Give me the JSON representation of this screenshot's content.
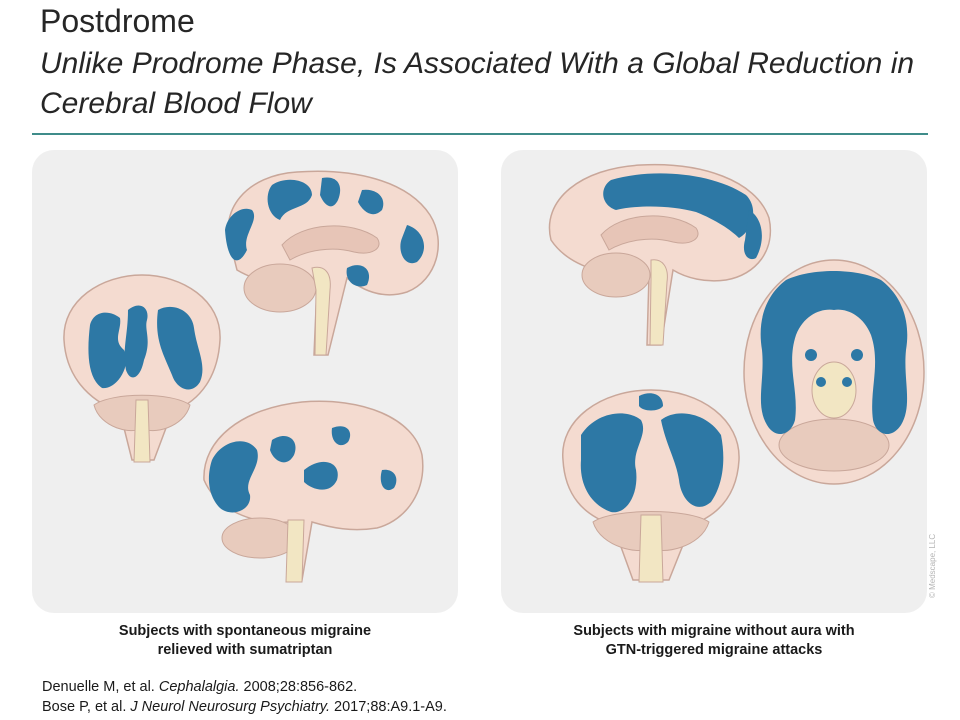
{
  "slide": {
    "title": "Postdrome",
    "subtitle": "Unlike Prodrome Phase, Is Associated With a Global Reduction in Cerebral Blood Flow"
  },
  "panels": [
    {
      "caption_line1": "Subjects with spontaneous migraine",
      "caption_line2": "relieved with sumatriptan"
    },
    {
      "caption_line1": "Subjects with migraine without aura with",
      "caption_line2": "GTN-triggered migraine attacks"
    }
  ],
  "references": [
    {
      "authors": "Denuelle M, et al. ",
      "journal": "Cephalalgia.",
      "citation": " 2008;28:856-862."
    },
    {
      "authors": "Bose P, et al. ",
      "journal": "J Neurol Neurosurg Psychiatry.",
      "citation": " 2017;88:A9.1-A9."
    }
  ],
  "copyright": "© Medscape, LLC",
  "colors": {
    "brain_tissue": "#f4dbd0",
    "brain_outline": "#c9a79a",
    "inner_structure": "#e7c5b7",
    "brainstem": "#f2e6c3",
    "cerebellum": "#e8cbbd",
    "perfusion_highlight": "#2d78a5",
    "panel_background": "#efefef",
    "title_rule": "#3f8c8a"
  }
}
